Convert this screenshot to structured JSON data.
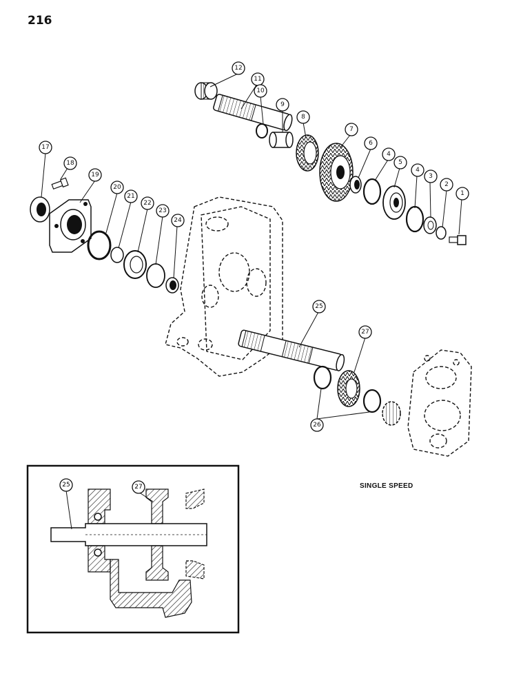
{
  "page": {
    "number": "216"
  },
  "caption": "SINGLE SPEED",
  "callouts": {
    "c1": "1",
    "c2": "2",
    "c3": "3",
    "c4a": "4",
    "c4b": "4",
    "c5": "5",
    "c6": "6",
    "c7": "7",
    "c8": "8",
    "c9": "9",
    "c10": "10",
    "c11": "11",
    "c12": "12",
    "c17": "17",
    "c18": "18",
    "c19": "19",
    "c20": "20",
    "c21": "21",
    "c22": "22",
    "c23": "23",
    "c24": "24",
    "c25": "25",
    "c26": "26",
    "c27": "27",
    "i25": "25",
    "i27": "27"
  }
}
